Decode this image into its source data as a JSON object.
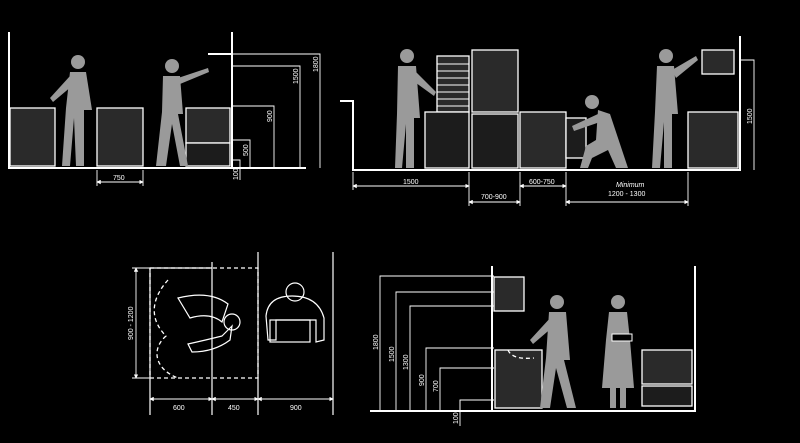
{
  "panel_top_left": {
    "dims": {
      "d750": "750",
      "d1800": "1800",
      "d1500": "1500",
      "d900": "900",
      "d500": "500",
      "d100": "100"
    }
  },
  "panel_top_right": {
    "dims": {
      "d1500w": "1500",
      "d700_900": "700-900",
      "d600_750": "600-750",
      "minimum": "Minimum",
      "d1200_1300": "1200 - 1300",
      "d1500h": "1500"
    }
  },
  "panel_bottom_left": {
    "dims": {
      "d900_1200": "900 - 1200",
      "d600": "600",
      "d450": "450",
      "d900": "900"
    }
  },
  "panel_bottom_right": {
    "dims": {
      "d1800": "1800",
      "d1500": "1500",
      "d1300": "1300",
      "d900": "900",
      "d700": "700",
      "d100": "100"
    }
  },
  "colors": {
    "background": "#000000",
    "line": "#ffffff",
    "figure": "#9a9a9a"
  }
}
